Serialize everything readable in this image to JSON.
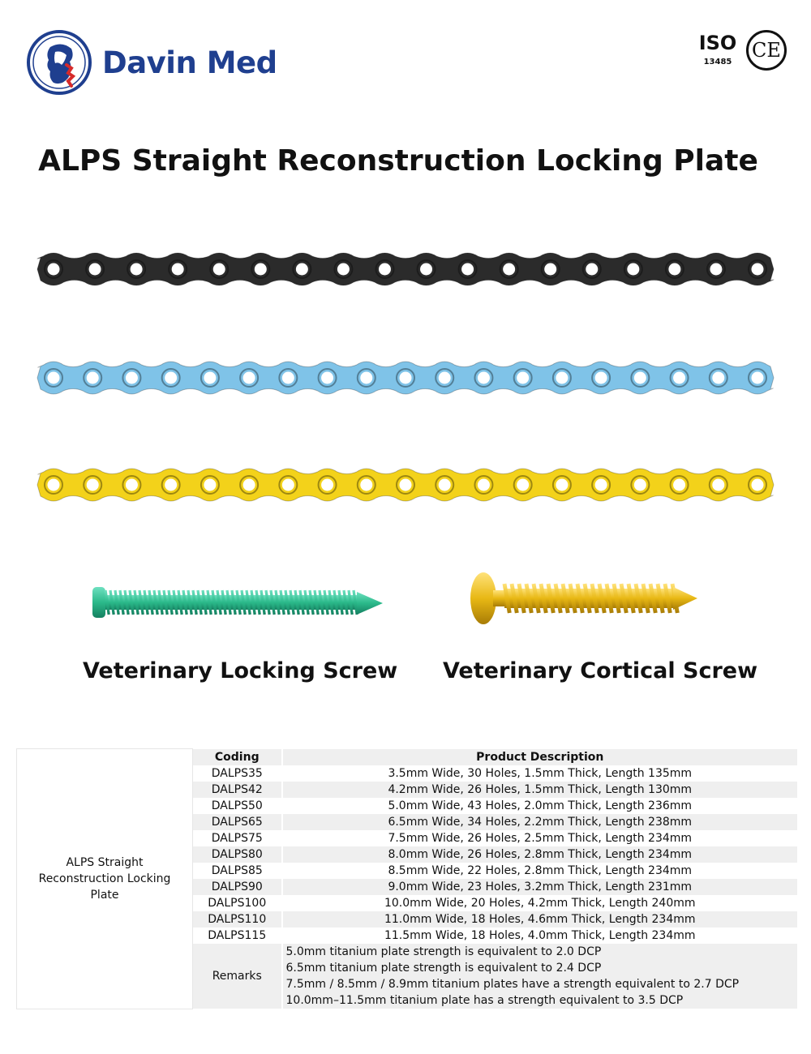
{
  "brand": {
    "name": "Davin Med",
    "primary_color": "#1f3f8f",
    "accent_color": "#d62a2a"
  },
  "certifications": {
    "iso_label": "ISO",
    "iso_number": "13485",
    "ce_label": "CE"
  },
  "title": "ALPS Straight Reconstruction Locking Plate",
  "plates": [
    {
      "finish": "black",
      "color": "#2b2b2b",
      "holes": 18
    },
    {
      "finish": "blue",
      "color": "#7fc3e8",
      "holes": 19
    },
    {
      "finish": "gold",
      "color": "#f3d21a",
      "holes": 19
    }
  ],
  "screws": {
    "locking": {
      "caption": "Veterinary Locking Screw",
      "color": "#3fd1a0"
    },
    "cortical": {
      "caption": "Veterinary Cortical Screw",
      "color": "#f0c419"
    }
  },
  "table": {
    "product_name_lines": [
      "ALPS Straight",
      "Reconstruction Locking",
      "Plate"
    ],
    "headers": {
      "coding": "Coding",
      "description": "Product Description"
    },
    "rows": [
      {
        "code": "DALPS35",
        "desc": "3.5mm Wide, 30 Holes, 1.5mm Thick, Length 135mm"
      },
      {
        "code": "DALPS42",
        "desc": "4.2mm Wide, 26 Holes, 1.5mm Thick, Length 130mm"
      },
      {
        "code": "DALPS50",
        "desc": "5.0mm Wide, 43 Holes, 2.0mm Thick, Length 236mm"
      },
      {
        "code": "DALPS65",
        "desc": "6.5mm Wide, 34 Holes, 2.2mm Thick, Length 238mm"
      },
      {
        "code": "DALPS75",
        "desc": "7.5mm Wide, 26 Holes, 2.5mm Thick, Length 234mm"
      },
      {
        "code": "DALPS80",
        "desc": "8.0mm Wide, 26 Holes, 2.8mm Thick, Length 234mm"
      },
      {
        "code": "DALPS85",
        "desc": "8.5mm Wide, 22 Holes, 2.8mm Thick, Length 234mm"
      },
      {
        "code": "DALPS90",
        "desc": "9.0mm Wide, 23 Holes, 3.2mm Thick, Length 231mm"
      },
      {
        "code": "DALPS100",
        "desc": "10.0mm Wide, 20 Holes, 4.2mm Thick, Length 240mm"
      },
      {
        "code": "DALPS110",
        "desc": "11.0mm Wide, 18 Holes, 4.6mm Thick, Length 234mm"
      },
      {
        "code": "DALPS115",
        "desc": "11.5mm Wide, 18 Holes, 4.0mm Thick, Length 234mm"
      }
    ],
    "remarks_label": "Remarks",
    "remarks": [
      "5.0mm titanium plate strength is equivalent to 2.0 DCP",
      "6.5mm titanium plate strength is equivalent to 2.4 DCP",
      "7.5mm / 8.5mm / 8.9mm titanium plates have a strength equivalent to 2.7 DCP",
      "10.0mm–11.5mm titanium plate has a strength equivalent to 3.5 DCP"
    ]
  }
}
